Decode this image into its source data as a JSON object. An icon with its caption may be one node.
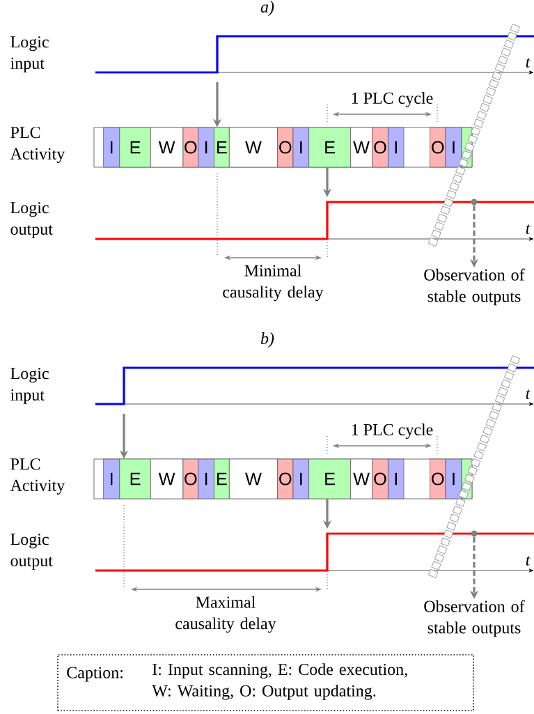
{
  "diagram": {
    "nodes": [
      {
        "text": [
          "I"
        ]
      },
      {
        "text": [
          "E"
        ]
      },
      {
        "text": [
          "W"
        ]
      },
      {
        "text": [
          "O"
        ]
      },
      {
        "text": [
          "I"
        ]
      },
      {
        "text": [
          "E"
        ]
      },
      {
        "text": [
          "W"
        ]
      },
      {
        "text": [
          "O"
        ]
      },
      {
        "text": [
          "I"
        ]
      },
      {
        "text": [
          "E"
        ]
      },
      {
        "text": [
          "W"
        ]
      },
      {
        "text": [
          "O"
        ]
      },
      {
        "text": [
          "I"
        ]
      },
      {
        "text": [
          "O"
        ]
      },
      {
        "text": [
          "I"
        ]
      },
      {
        "text": [],
        "shape": "box"
      },
      {
        "text": [],
        "shape": "circle"
      },
      {
        "text": [
          "Observation of stable outputs"
        ]
      },
      {
        "text": [
          "I"
        ]
      },
      {
        "text": [
          "E"
        ]
      },
      {
        "text": [
          "W"
        ]
      },
      {
        "text": [
          "O"
        ]
      },
      {
        "text": [
          "I"
        ]
      },
      {
        "text": [
          "E"
        ]
      },
      {
        "text": [
          "W"
        ]
      },
      {
        "text": [
          "O"
        ]
      },
      {
        "text": [
          "I"
        ]
      },
      {
        "text": [
          "E"
        ]
      },
      {
        "text": [
          "W"
        ]
      },
      {
        "text": [
          "O"
        ]
      },
      {
        "text": [
          "I"
        ]
      },
      {
        "text": [
          "O"
        ]
      },
      {
        "text": [
          "I"
        ]
      },
      {
        "text": [],
        "shape": "box"
      },
      {
        "text": [],
        "shape": "circle"
      },
      {
        "text": [
          "Observation of stable outputs"
        ]
      },
      {
        "text": [
          "Caption:",
          "I: Input scanning, E: Code execution, W: Waiting, O: Output updating."
        ]
      }
    ],
    "edges": [
      {
        "from": null,
        "to": 5,
        "arrow": "to"
      },
      {
        "from": 9,
        "to": null,
        "arrow": "to"
      },
      {
        "from": 16,
        "to": 17,
        "arrow": "to",
        "style": "dashed"
      },
      {
        "from": null,
        "to": 19,
        "arrow": "to"
      },
      {
        "from": 27,
        "to": null,
        "arrow": "to"
      },
      {
        "from": 34,
        "to": 35,
        "arrow": "to",
        "style": "dashed"
      }
    ],
    "labels": [
      "a)",
      "Logic input",
      "t",
      "1 PLC cycle",
      "PLC Activity",
      "Logic output",
      "t",
      "Minimal causality delay",
      "b)",
      "Logic input",
      "t",
      "1 PLC cycle",
      "PLC Activity",
      "Logic output",
      "t",
      "Maximal causality delay"
    ]
  }
}
